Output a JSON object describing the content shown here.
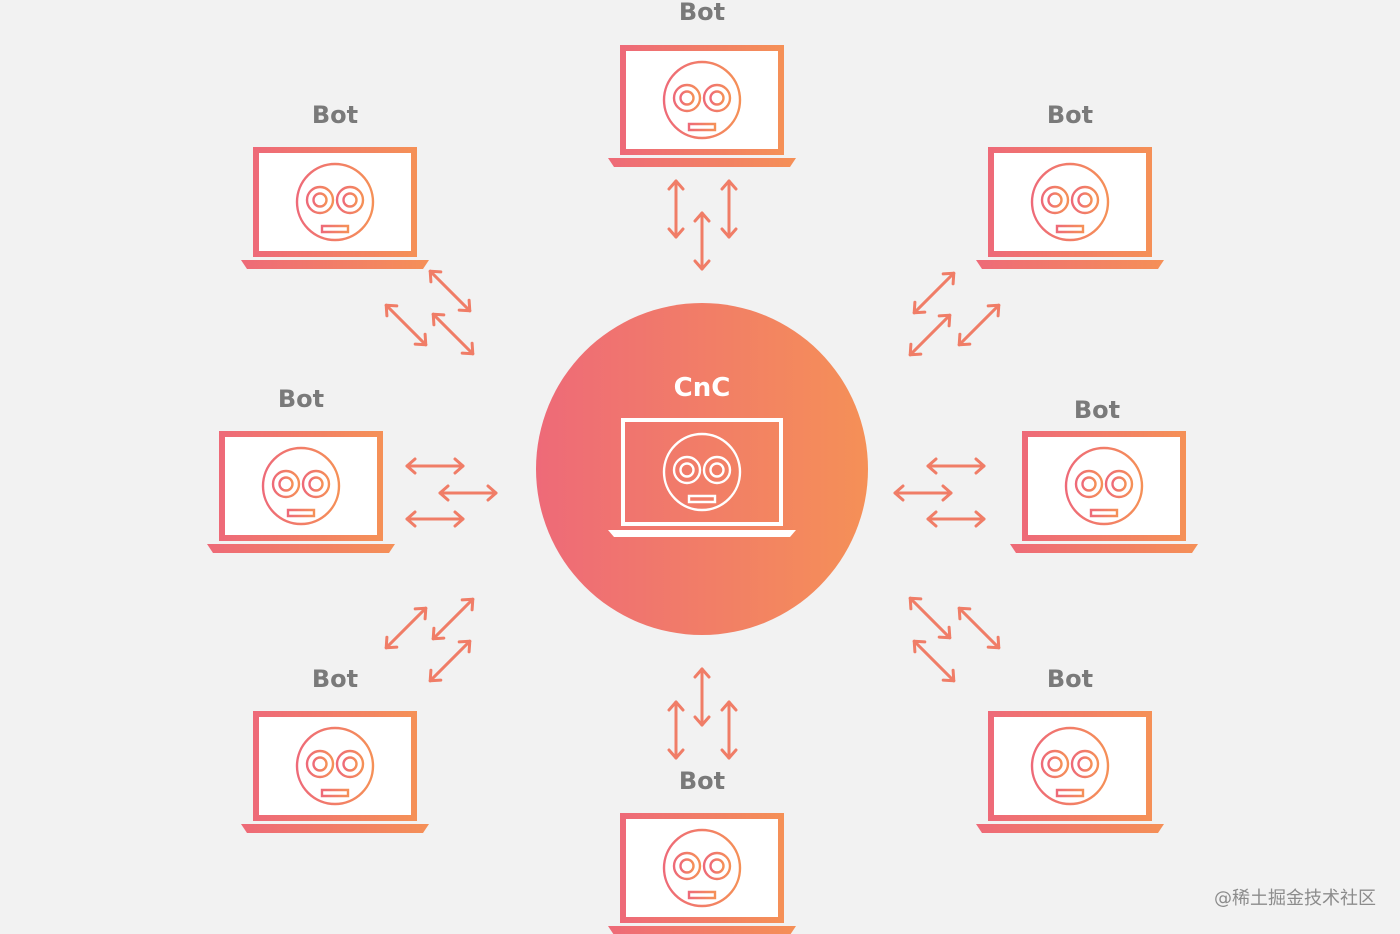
{
  "cnc": {
    "label": "CnC"
  },
  "bots": [
    {
      "id": "top",
      "label": "Bot"
    },
    {
      "id": "top-right",
      "label": "Bot"
    },
    {
      "id": "right",
      "label": "Bot"
    },
    {
      "id": "bottom-right",
      "label": "Bot"
    },
    {
      "id": "bottom",
      "label": "Bot"
    },
    {
      "id": "bottom-left",
      "label": "Bot"
    },
    {
      "id": "left",
      "label": "Bot"
    },
    {
      "id": "top-left",
      "label": "Bot"
    }
  ],
  "icons": {
    "laptop": "laptop-icon",
    "robot": "robot-face-icon",
    "arrow": "bidirectional-arrow-icon"
  },
  "colors": {
    "gradient_start": "#ee6a78",
    "gradient_end": "#f59057",
    "label": "#7a7a7a",
    "background": "#f2f2f2"
  },
  "watermark": "@稀土掘金技术社区"
}
